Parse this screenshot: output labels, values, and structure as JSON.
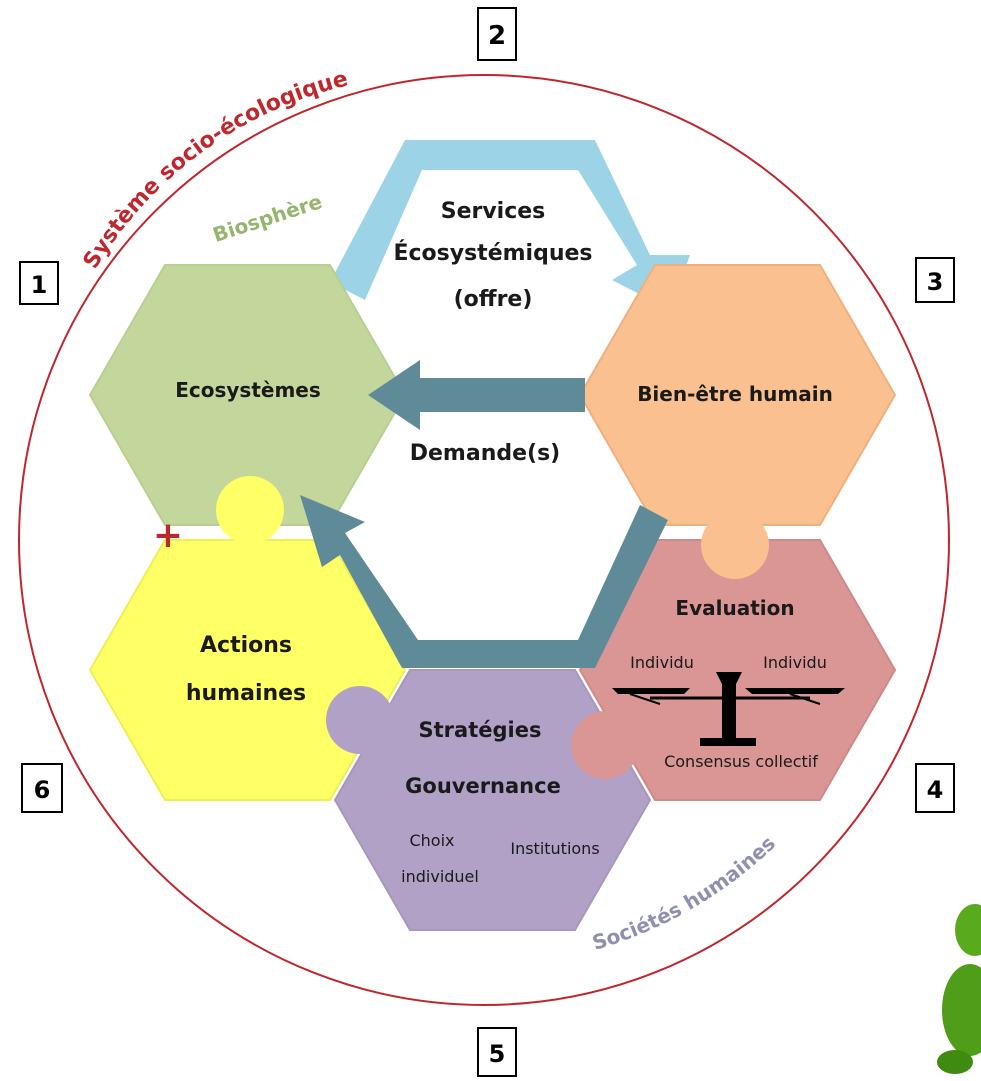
{
  "system_label": "Système socio-écologique",
  "biosphere_label": "Biosphère",
  "societies_label": "Sociétés humaines",
  "services": [
    "Services",
    "Écosystémiques",
    "(offre)"
  ],
  "demand_label": "Demande(s)",
  "hexagons": {
    "ecosystems": "Ecosystèmes",
    "wellbeing": "Bien-être humain",
    "evaluation": {
      "title": "Evaluation",
      "individual_left": "Individu",
      "individual_right": "Individu",
      "consensus": "Consensus collectif"
    },
    "strategies": {
      "line1": "Stratégies",
      "line2": "Gouvernance",
      "choice": [
        "Choix",
        "individuel"
      ],
      "institutions": "Institutions"
    },
    "actions": [
      "Actions",
      "humaines"
    ]
  },
  "numbers": [
    "1",
    "2",
    "3",
    "4",
    "5",
    "6"
  ],
  "plus_sign": "+",
  "colors": {
    "ecosystems": "#c3d69b",
    "wellbeing": "#fac08f",
    "evaluation": "#d99694",
    "strategies": "#b2a1c7",
    "actions": "#ffff66",
    "services_arrow": "#9dd3e6",
    "demand_arrow": "#5f8b99",
    "circle": "#c0272d",
    "system_text": "#c0272d",
    "biosphere_text": "#98b56e",
    "societies_text": "#8f8fb0"
  }
}
